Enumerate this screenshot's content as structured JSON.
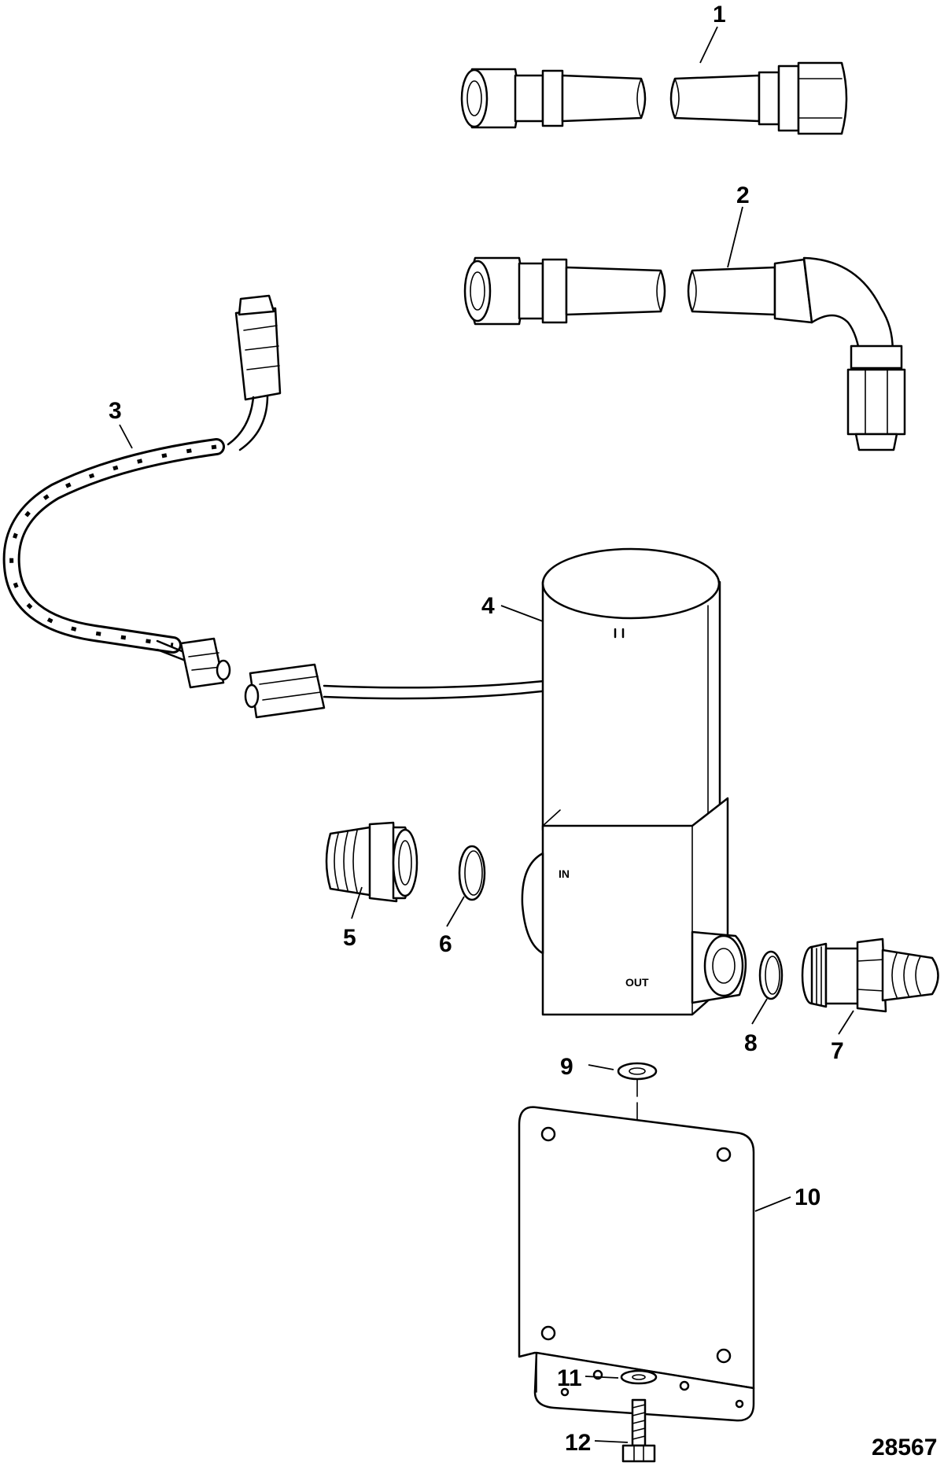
{
  "callouts": {
    "c1": "1",
    "c2": "2",
    "c3": "3",
    "c4": "4",
    "c5": "5",
    "c6": "6",
    "c7": "7",
    "c8": "8",
    "c9": "9",
    "c10": "10",
    "c11": "11",
    "c12": "12"
  },
  "body_markings": {
    "in": "IN",
    "out": "OUT"
  },
  "drawing_number": "28567"
}
